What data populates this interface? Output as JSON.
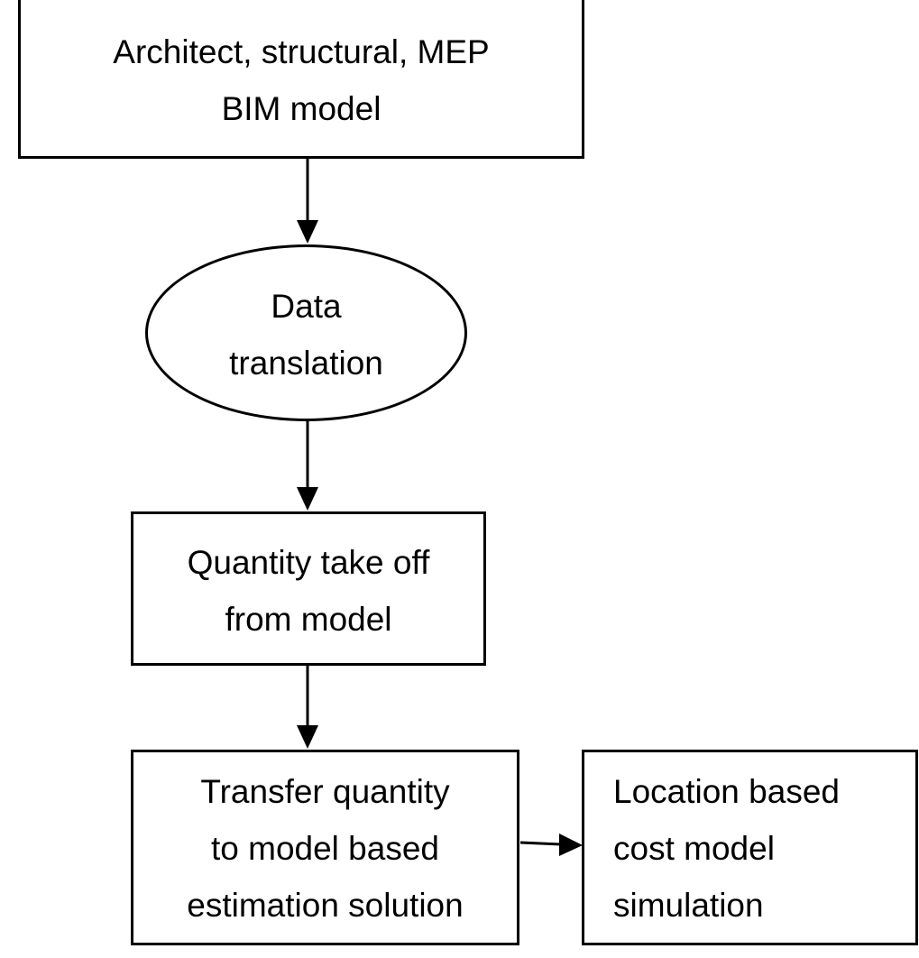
{
  "diagram": {
    "nodes": {
      "bim": {
        "lines": [
          "Architect, structural, MEP",
          "BIM model"
        ]
      },
      "translation": {
        "lines": [
          "Data",
          "translation"
        ]
      },
      "qto": {
        "lines": [
          "Quantity take off",
          "from model"
        ]
      },
      "transfer": {
        "lines": [
          "Transfer quantity",
          "to model based",
          "estimation solution"
        ]
      },
      "location": {
        "lines": [
          "Location based",
          "cost model",
          "simulation"
        ]
      }
    },
    "edges": [
      {
        "from": "bim",
        "to": "translation"
      },
      {
        "from": "translation",
        "to": "qto"
      },
      {
        "from": "qto",
        "to": "transfer"
      },
      {
        "from": "transfer",
        "to": "location"
      }
    ],
    "colors": {
      "stroke": "#000000",
      "background": "#ffffff",
      "text": "#000000"
    }
  }
}
